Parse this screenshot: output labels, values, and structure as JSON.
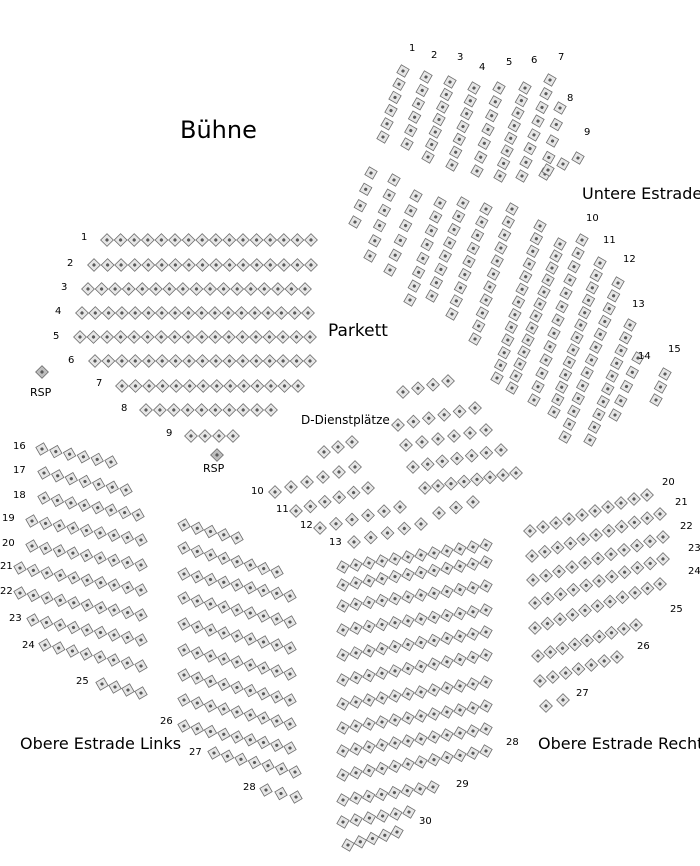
{
  "labels": {
    "stage": "Bühne",
    "parkett": "Parkett",
    "untere_estrade": "Untere Estrade",
    "obere_links": "Obere Estrade Links",
    "obere_rechts": "Obere Estrade Rechts",
    "dienstplaetze": "D-Dienstplätze",
    "rsp": "RSP"
  },
  "row_numbers": {
    "untere": [
      "1",
      "2",
      "3",
      "4",
      "5",
      "6",
      "7",
      "8",
      "9",
      "10",
      "11",
      "12",
      "13",
      "14",
      "15"
    ],
    "parkett": [
      "1",
      "2",
      "3",
      "4",
      "5",
      "6",
      "7",
      "8",
      "9"
    ],
    "middle": [
      "10",
      "11",
      "12",
      "13"
    ],
    "links": [
      "16",
      "17",
      "18",
      "19",
      "20",
      "21",
      "22",
      "23",
      "24",
      "25",
      "26",
      "27",
      "28"
    ],
    "rechts": [
      "20",
      "21",
      "22",
      "23",
      "24",
      "25",
      "26",
      "27"
    ],
    "center": [
      "28",
      "29",
      "30"
    ]
  },
  "colors": {
    "seat_fill": "#e6e6e6",
    "seat_stroke": "#6d6d6d",
    "seat_dot": "#5a5a5a"
  }
}
